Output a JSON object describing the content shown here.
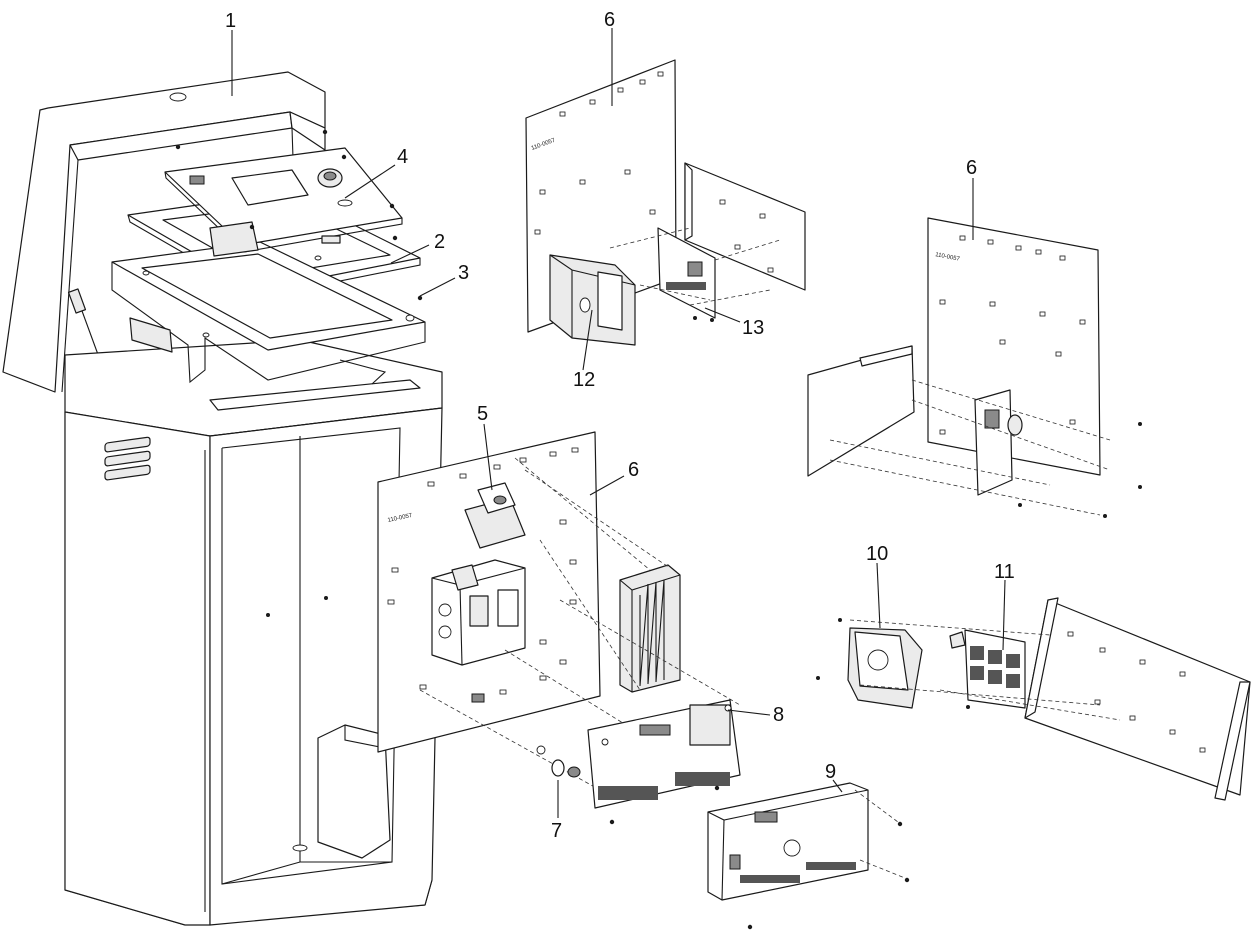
{
  "callouts": [
    {
      "label": "1"
    },
    {
      "label": "2"
    },
    {
      "label": "3"
    },
    {
      "label": "4"
    },
    {
      "label": "5"
    },
    {
      "label": "6"
    },
    {
      "label": "6"
    },
    {
      "label": "6"
    },
    {
      "label": "7"
    },
    {
      "label": "8"
    },
    {
      "label": "9"
    },
    {
      "label": "10"
    },
    {
      "label": "11"
    },
    {
      "label": "12"
    },
    {
      "label": "13"
    }
  ]
}
